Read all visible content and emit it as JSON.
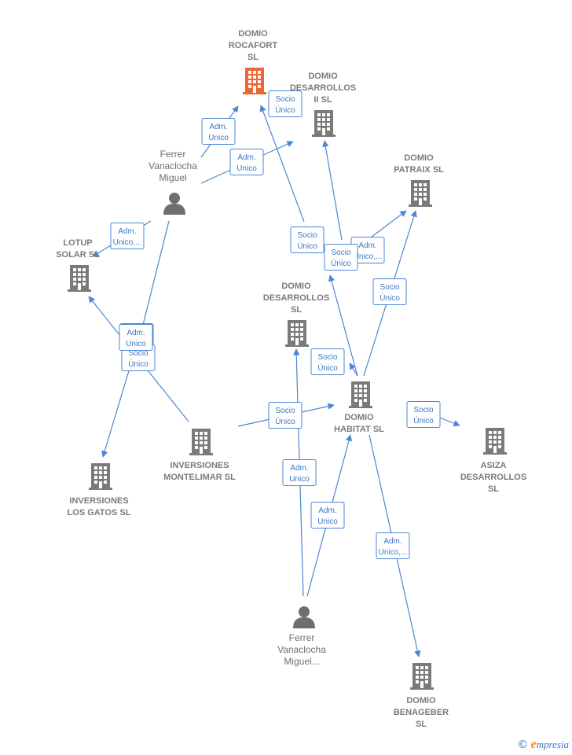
{
  "colors": {
    "highlight": "#ee6633",
    "building": "#7a7a7a",
    "person": "#6e6e6e",
    "edge": "#4a86d4"
  },
  "nodes": [
    {
      "id": "domio-rocafort",
      "type": "company",
      "highlight": true,
      "label": [
        "DOMIO",
        "ROCAFORT",
        "SL"
      ]
    },
    {
      "id": "domio-desarrollos-ii",
      "type": "company",
      "label": [
        "DOMIO",
        "DESARROLLOS",
        "II  SL"
      ]
    },
    {
      "id": "domio-patraix",
      "type": "company",
      "label": [
        "DOMIO",
        "PATRAIX  SL"
      ]
    },
    {
      "id": "lotup-solar",
      "type": "company",
      "label": [
        "LOTUP",
        "SOLAR  SL"
      ]
    },
    {
      "id": "domio-desarrollos",
      "type": "company",
      "label": [
        "DOMIO",
        "DESARROLLOS",
        "SL"
      ]
    },
    {
      "id": "domio-habitat",
      "type": "company",
      "label": [
        "DOMIO",
        "HABITAT  SL"
      ]
    },
    {
      "id": "asiza-desarrollos",
      "type": "company",
      "label": [
        "ASIZA",
        "DESARROLLOS",
        "SL"
      ]
    },
    {
      "id": "inversiones-montelimar",
      "type": "company",
      "label": [
        "INVERSIONES",
        "MONTELIMAR SL"
      ]
    },
    {
      "id": "inversiones-los-gatos",
      "type": "company",
      "label": [
        "INVERSIONES",
        "LOS GATOS SL"
      ]
    },
    {
      "id": "domio-benageber",
      "type": "company",
      "label": [
        "DOMIO",
        "BENAGEBER",
        "SL"
      ]
    },
    {
      "id": "ferrer-vanaclocha-miguel",
      "type": "person",
      "label": [
        "Ferrer",
        "Vanaclocha",
        "Miguel"
      ]
    },
    {
      "id": "ferrer-vanaclocha-miguel-2",
      "type": "person",
      "label": [
        "Ferrer",
        "Vanaclocha",
        "Miguel..."
      ]
    }
  ],
  "edges": [
    {
      "id": "e1",
      "label": [
        "Adm.",
        "Unico"
      ]
    },
    {
      "id": "e2",
      "label": [
        "Adm.",
        "Unico"
      ]
    },
    {
      "id": "e3",
      "label": [
        "Adm.",
        "Unico,..."
      ]
    },
    {
      "id": "e4",
      "label": [
        "Socio",
        "Único"
      ]
    },
    {
      "id": "e5",
      "label": [
        "Socio",
        "Único"
      ]
    },
    {
      "id": "e6",
      "label": [
        "Adm.",
        "Unico,..."
      ]
    },
    {
      "id": "e7",
      "label": [
        "Socio",
        "Único"
      ]
    },
    {
      "id": "e8",
      "label": [
        "Socio",
        "Único"
      ]
    },
    {
      "id": "e9",
      "label": [
        "Socio",
        "Único"
      ]
    },
    {
      "id": "e10",
      "label": [
        "Socio",
        "Único"
      ]
    },
    {
      "id": "e11",
      "label": [
        "Adm.",
        "Unico"
      ]
    },
    {
      "id": "e12",
      "label": [
        "Socio",
        "Único"
      ]
    },
    {
      "id": "e13",
      "label": [
        "Socio",
        "Único"
      ]
    },
    {
      "id": "e14",
      "label": [
        "Adm.",
        "Unico"
      ]
    },
    {
      "id": "e15",
      "label": [
        "Adm.",
        "Unico"
      ]
    },
    {
      "id": "e16",
      "label": [
        "Adm.",
        "Unico,..."
      ]
    },
    {
      "id": "e17",
      "label": [
        "Socio",
        "Único"
      ]
    }
  ],
  "footer": {
    "copyright": "©",
    "brand_initial": "e",
    "brand_rest": "mpresia"
  }
}
